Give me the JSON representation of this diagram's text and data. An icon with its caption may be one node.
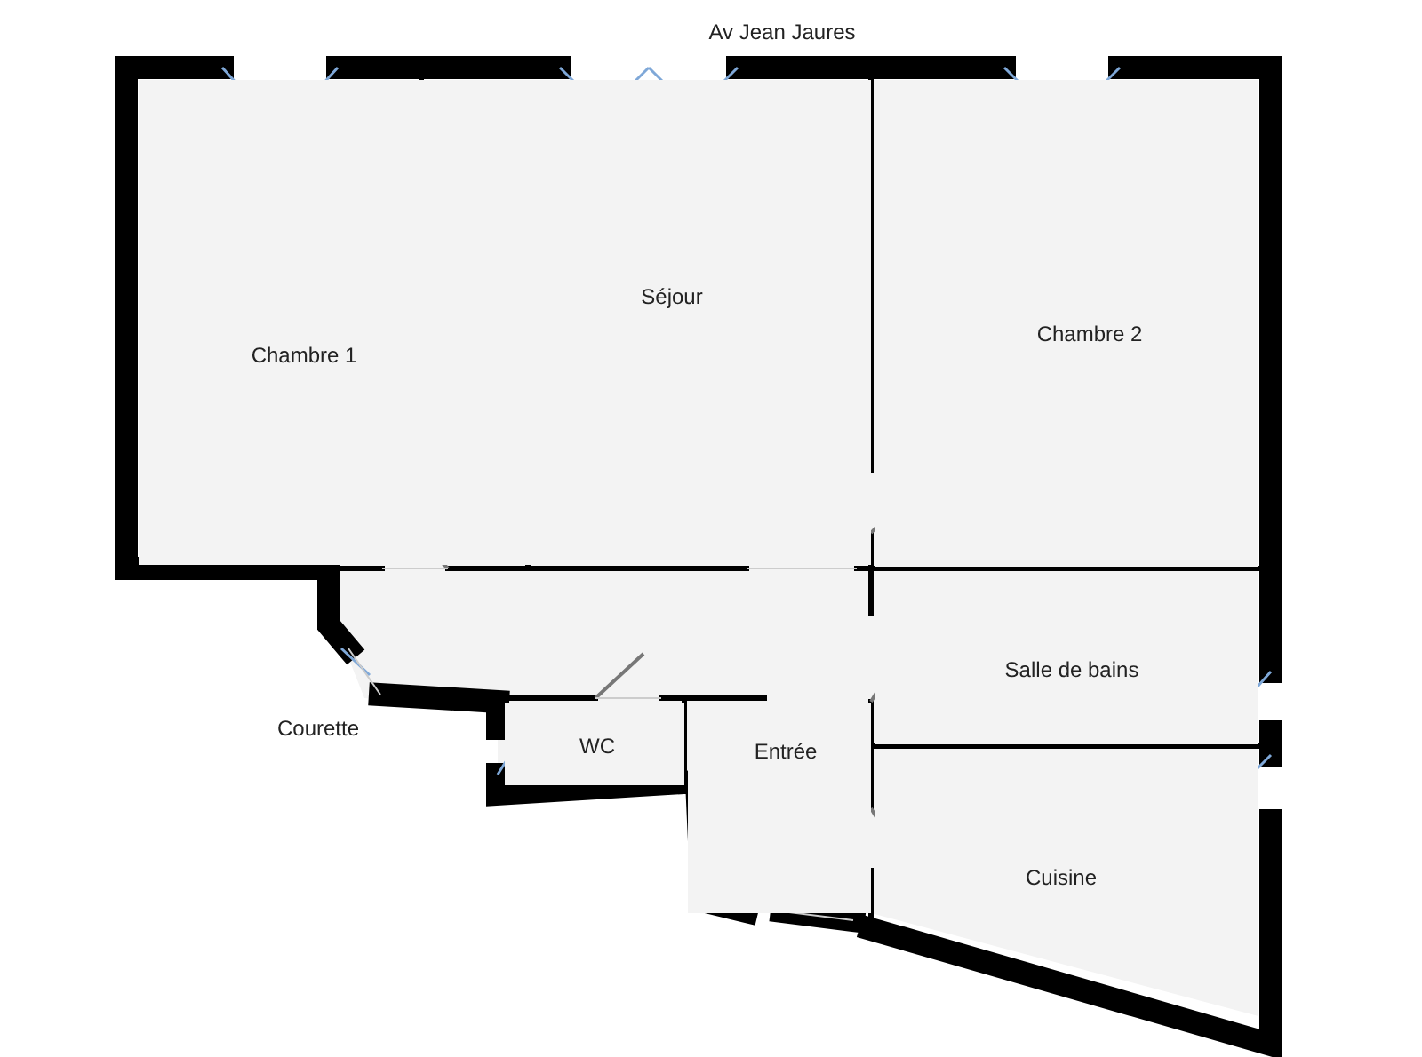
{
  "diagram": {
    "nodes": [
      {
        "text": [
          "Chambre 1"
        ]
      },
      {
        "text": [
          "Séjour"
        ]
      },
      {
        "text": [
          "Chambre 2"
        ]
      },
      {
        "text": [
          "Salle de bains"
        ]
      },
      {
        "text": [
          "WC"
        ]
      },
      {
        "text": [
          "Entrée"
        ]
      },
      {
        "text": [
          "Cuisine"
        ]
      }
    ],
    "labels": [
      "Av Jean Jaures",
      "Courette"
    ]
  }
}
